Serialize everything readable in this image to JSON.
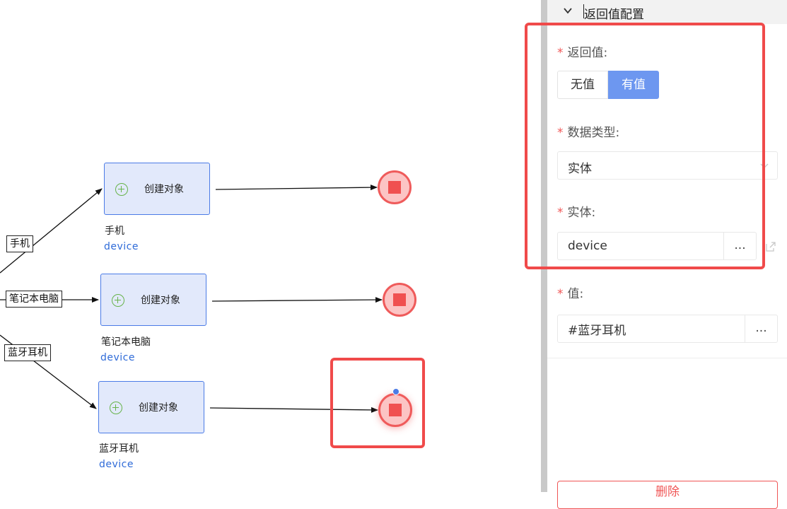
{
  "canvas": {
    "tasks": [
      {
        "label": "创建对象",
        "name": "手机",
        "var": "device"
      },
      {
        "label": "创建对象",
        "name": "笔记本电脑",
        "var": "device"
      },
      {
        "label": "创建对象",
        "name": "蓝牙耳机",
        "var": "device"
      }
    ],
    "conditions": [
      "手机",
      "笔记本电脑",
      "蓝牙耳机"
    ],
    "colors": {
      "task_border": "#4b7be6",
      "task_fill": "#e2e9fb",
      "end_fill": "#fcc4c4",
      "end_border": "#ef5b5b",
      "highlight": "#f04a4a",
      "variable_text": "#2f6bd8"
    }
  },
  "panel": {
    "section_title": "返回值配置",
    "return_value": {
      "label": "返回值:",
      "options": [
        "无值",
        "有值"
      ],
      "selected": "有值"
    },
    "data_type": {
      "label": "数据类型:",
      "value": "实体"
    },
    "entity": {
      "label": "实体:",
      "value": "device",
      "button": "..."
    },
    "value_field": {
      "label": "值:",
      "value": "#蓝牙耳机",
      "button": "..."
    },
    "delete_label": "删除",
    "required_mark": "*",
    "colors": {
      "accent": "#6d97f0",
      "required": "#f05656"
    }
  }
}
